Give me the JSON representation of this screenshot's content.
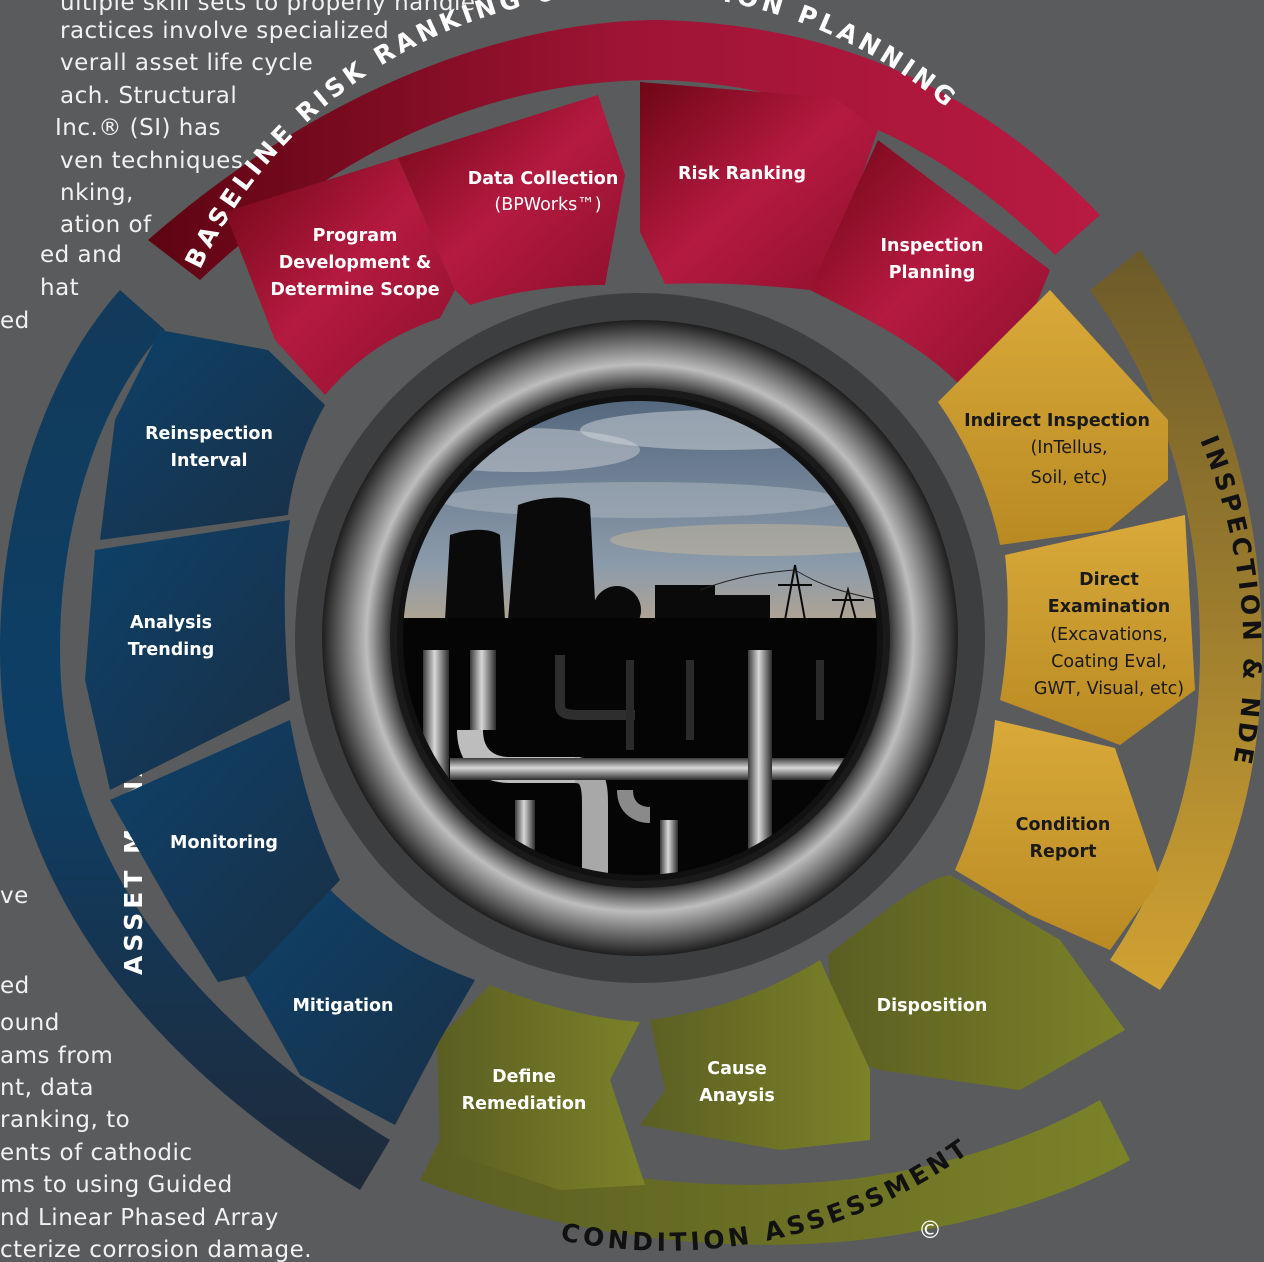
{
  "background_text": {
    "top_lines": [
      "ultiple skill sets to properly handle.",
      "ractices involve specialized",
      "verall asset life cycle",
      "ach.  Structural",
      " Inc.® (SI) has",
      "ven techniques",
      "nking,",
      "ation of",
      "ed and",
      "hat",
      "ed"
    ],
    "bottom_lines": [
      "ve",
      "ed",
      "ound",
      "ams from",
      "nt, data",
      "ranking, to",
      "ents of cathodic",
      "ms to using Guided",
      "nd Linear Phased Array",
      "cterize corrosion damage."
    ]
  },
  "bands": {
    "baseline": "BASELINE RISK RANKING & INSPECTION PLANNING",
    "inspection": "INSPECTION & NDE",
    "condition": "CONDITION ASSESSMENT",
    "asset": "ASSET MANAGEMENT"
  },
  "segments": {
    "program": [
      "Program",
      "Development &",
      "Determine Scope"
    ],
    "data_collection": [
      "Data Collection"
    ],
    "data_collection_sub": "(BPWorks™)",
    "risk_ranking": [
      "Risk Ranking"
    ],
    "inspection_planning": [
      "Inspection",
      "Planning"
    ],
    "indirect": [
      "Indirect Inspection"
    ],
    "indirect_sub": [
      "(InTellus,",
      "Soil, etc)"
    ],
    "direct": [
      "Direct",
      "Examination"
    ],
    "direct_sub": [
      "(Excavations,",
      "Coating Eval,",
      "GWT, Visual, etc)"
    ],
    "condition_report": [
      "Condition",
      "Report"
    ],
    "disposition": [
      "Disposition"
    ],
    "cause": [
      "Cause",
      "Anaysis"
    ],
    "define": [
      "Define",
      "Remediation"
    ],
    "mitigation": [
      "Mitigation"
    ],
    "monitoring": [
      "Monitoring"
    ],
    "analysis": [
      "Analysis",
      "Trending"
    ],
    "reinspection": [
      "Reinspection",
      "Interval"
    ]
  },
  "copyright": "©",
  "colors": {
    "background": "#5a5b5d",
    "red": "#a8163a",
    "gold": "#c89a2a",
    "olive": "#6f7523",
    "blue": "#0c3c62"
  }
}
